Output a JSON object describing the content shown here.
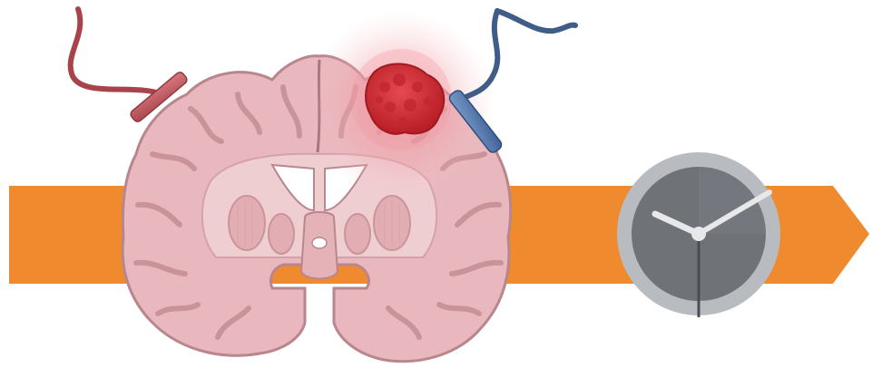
{
  "figure": {
    "elements": [
      {
        "id": "timeline-arrow",
        "icon": "arrow-right",
        "color": "#F08A2E"
      },
      {
        "id": "brain",
        "icon": "brain-coronal-section",
        "color": "#E8B8BE"
      },
      {
        "id": "hematoma",
        "icon": "blood-clot",
        "color": "#D42A32"
      },
      {
        "id": "electrode-left",
        "icon": "electrode-red",
        "color": "#C45A62"
      },
      {
        "id": "electrode-right",
        "icon": "electrode-blue",
        "color": "#4A6FA5"
      },
      {
        "id": "clock",
        "icon": "clock",
        "color": "#6F7378"
      }
    ],
    "colors": {
      "arrow": "#F08A2E",
      "brain_fill": "#E8B8BE",
      "brain_outline": "#B9868E",
      "clot": "#D42A32",
      "clot_glow": "#F3A7AE",
      "wire_red": "#A8434B",
      "wire_blue": "#3F5D86",
      "clock_rim": "#B8BCC0",
      "clock_face": "#6F7378",
      "clock_hands": "#E6E8EA"
    }
  }
}
